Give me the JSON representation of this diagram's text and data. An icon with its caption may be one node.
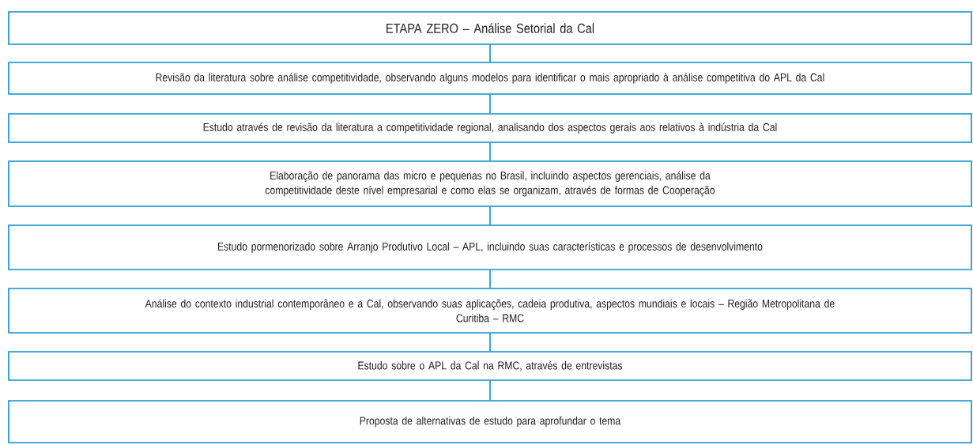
{
  "diagram": {
    "nodes": [
      {
        "text": [
          "ETAPA ZERO – Análise Setorial da Cal"
        ]
      },
      {
        "text": [
          "Revisão da literatura sobre análise competitividade, observando alguns modelos para identificar o mais apropriado à análise competitiva do APL da Cal"
        ]
      },
      {
        "text": [
          "Estudo através de revisão da literatura a competitividade regional, analisando dos aspectos gerais aos relativos à indústria da Cal"
        ]
      },
      {
        "text": [
          "Elaboração de panorama das micro e pequenas no Brasil, incluindo aspectos gerenciais, análise da competitividade deste nível empresarial e como elas se organizam, através de formas de Cooperação"
        ]
      },
      {
        "text": [
          "Estudo pormenorizado sobre Arranjo Produtivo Local – APL, incluindo suas características e processos de desenvolvimento"
        ]
      },
      {
        "text": [
          "Análise do contexto industrial contemporâneo e a Cal, observando suas aplicações, cadeia produtiva, aspectos mundiais e locais – Região Metropolitana de Curitiba – RMC"
        ]
      },
      {
        "text": [
          "Estudo sobre o APL da Cal na RMC, através de entrevistas"
        ]
      },
      {
        "text": [
          "Proposta de alternativas de estudo para aprofundar o tema"
        ]
      }
    ],
    "edges": [
      {
        "from": 0,
        "to": 1,
        "arrow": "none"
      },
      {
        "from": 1,
        "to": 2,
        "arrow": "none"
      },
      {
        "from": 2,
        "to": 3,
        "arrow": "none"
      },
      {
        "from": 3,
        "to": 4,
        "arrow": "none"
      },
      {
        "from": 4,
        "to": 5,
        "arrow": "none"
      },
      {
        "from": 5,
        "to": 6,
        "arrow": "none"
      },
      {
        "from": 6,
        "to": 7,
        "arrow": "none"
      }
    ]
  }
}
